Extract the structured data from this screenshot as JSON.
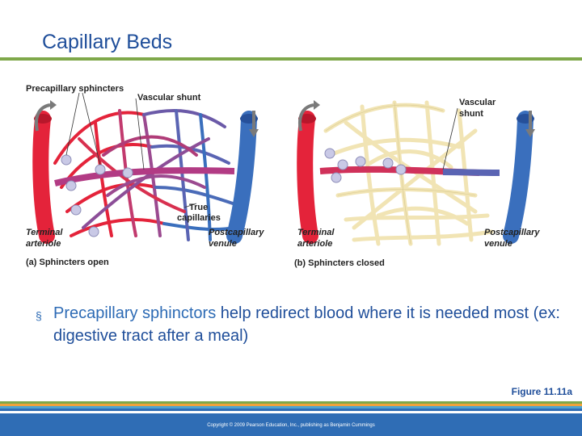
{
  "slide": {
    "title": "Capillary Beds",
    "bullet": {
      "highlight": "Precapillary sphinctors",
      "rest": " help redirect blood where it is needed most (ex: digestive tract after a meal)"
    },
    "figure_ref": "Figure 11.11a",
    "copyright": "Copyright © 2009 Pearson Education, Inc., publishing as Benjamin Cummings"
  },
  "figure": {
    "panel_a": {
      "caption": "(a) Sphincters open",
      "labels": {
        "precapillary": "Precapillary sphincters",
        "shunt": "Vascular shunt",
        "true_cap_1": "True",
        "true_cap_2": "capillaries",
        "arteriole_1": "Terminal",
        "arteriole_2": "arteriole",
        "venule_1": "Postcapillary",
        "venule_2": "venule"
      }
    },
    "panel_b": {
      "caption": "(b) Sphincters closed",
      "labels": {
        "shunt_1": "Vascular",
        "shunt_2": "shunt",
        "arteriole_1": "Terminal",
        "arteriole_2": "arteriole",
        "venule_1": "Postcapillary",
        "venule_2": "venule"
      }
    }
  },
  "colors": {
    "artery": "#e4233a",
    "vein": "#3a6fbd",
    "closed_capillary": "#f7ecc3",
    "title": "#1f4e9a",
    "accent_green": "#7fa84a",
    "band_blue": "#2f6db5"
  }
}
